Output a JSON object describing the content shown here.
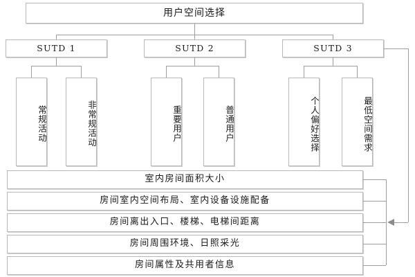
{
  "diagram": {
    "root": {
      "label": "用户空间选择"
    },
    "level1": [
      {
        "label": "SUTD 1"
      },
      {
        "label": "SUTD 2"
      },
      {
        "label": "SUTD 3"
      }
    ],
    "leaves": [
      {
        "label": "常规活动"
      },
      {
        "label": "非常规活动"
      },
      {
        "label": "重要用户"
      },
      {
        "label": "普通用户"
      },
      {
        "label": "个人偏好选择"
      },
      {
        "label": "最低空间需求"
      }
    ],
    "attributes": [
      {
        "label": "室内房间面积大小"
      },
      {
        "label": "房间室内空间布局、室内设备设施配备"
      },
      {
        "label": "房间离出入口、楼梯、电梯间距离"
      },
      {
        "label": "房间周围环境、日照采光"
      },
      {
        "label": "房间属性及共用者信息"
      }
    ],
    "colors": {
      "background": "#ffffff",
      "box_border": "#b9b9b9",
      "box_shadow": "#cfcfcf",
      "connector": "#9d9d9d",
      "arrow": "#8c8c8c",
      "text": "#1a1a1a"
    }
  }
}
